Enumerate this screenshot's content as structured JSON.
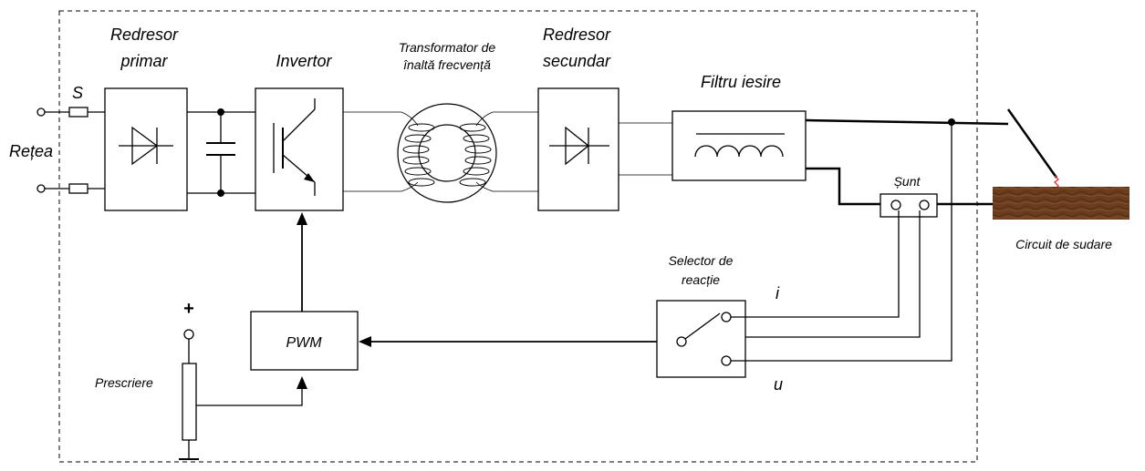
{
  "labels": {
    "redresor_primar_1": "Redresor",
    "redresor_primar_2": "primar",
    "s_label": "S",
    "retea": "Rețea",
    "invertor": "Invertor",
    "transformator_1": "Transformator de",
    "transformator_2": "înaltă frecvență",
    "redresor_secundar_1": "Redresor",
    "redresor_secundar_2": "secundar",
    "filtru_iesire": "Filtru iesire",
    "sunt": "Șunt",
    "circuit_sudare": "Circuit de sudare",
    "selector_1": "Selector de",
    "selector_2": "reacție",
    "i_label": "i",
    "u_label": "u",
    "pwm": "PWM",
    "plus": "+",
    "prescriere": "Prescriere"
  },
  "colors": {
    "line": "#000000",
    "workpiece": "#6b3d1e",
    "arc": "#e03030"
  }
}
